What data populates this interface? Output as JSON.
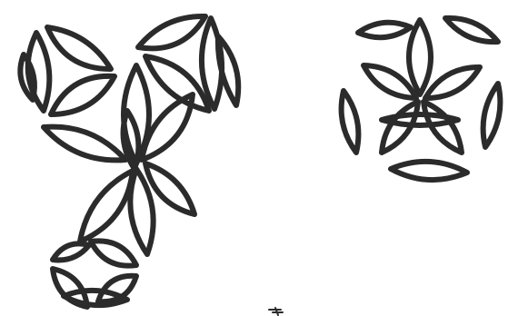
{
  "colors": {
    "background": "#ffffff",
    "ink": "#2b2b2b"
  },
  "figures": [
    {
      "name": "left-petal-cluster",
      "groups": [
        "top-left-trefoil",
        "top-right-trefoil",
        "center-flower",
        "bottom-trefoil"
      ]
    },
    {
      "name": "right-petal-cluster",
      "groups": [
        "round-flower"
      ]
    }
  ]
}
